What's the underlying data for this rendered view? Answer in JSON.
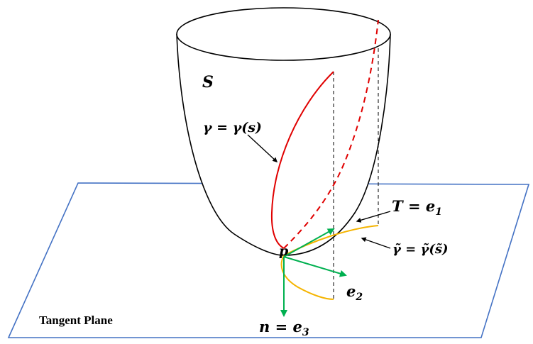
{
  "labels": {
    "surface": "S",
    "curve": "γ = γ(s)",
    "point": "p",
    "tangent": "T = e",
    "tangent_sub": "1",
    "projected_curve": "γ̃ = γ̃(s̃)",
    "e2": "e",
    "e2_sub": "2",
    "normal": "n = e",
    "normal_sub": "3",
    "plane": "Tangent Plane"
  },
  "colors": {
    "plane": "#4472C4",
    "surface": "#000000",
    "curve": "#E00000",
    "projection": "#F5B400",
    "frame": "#00B050",
    "guides": "#000000"
  }
}
